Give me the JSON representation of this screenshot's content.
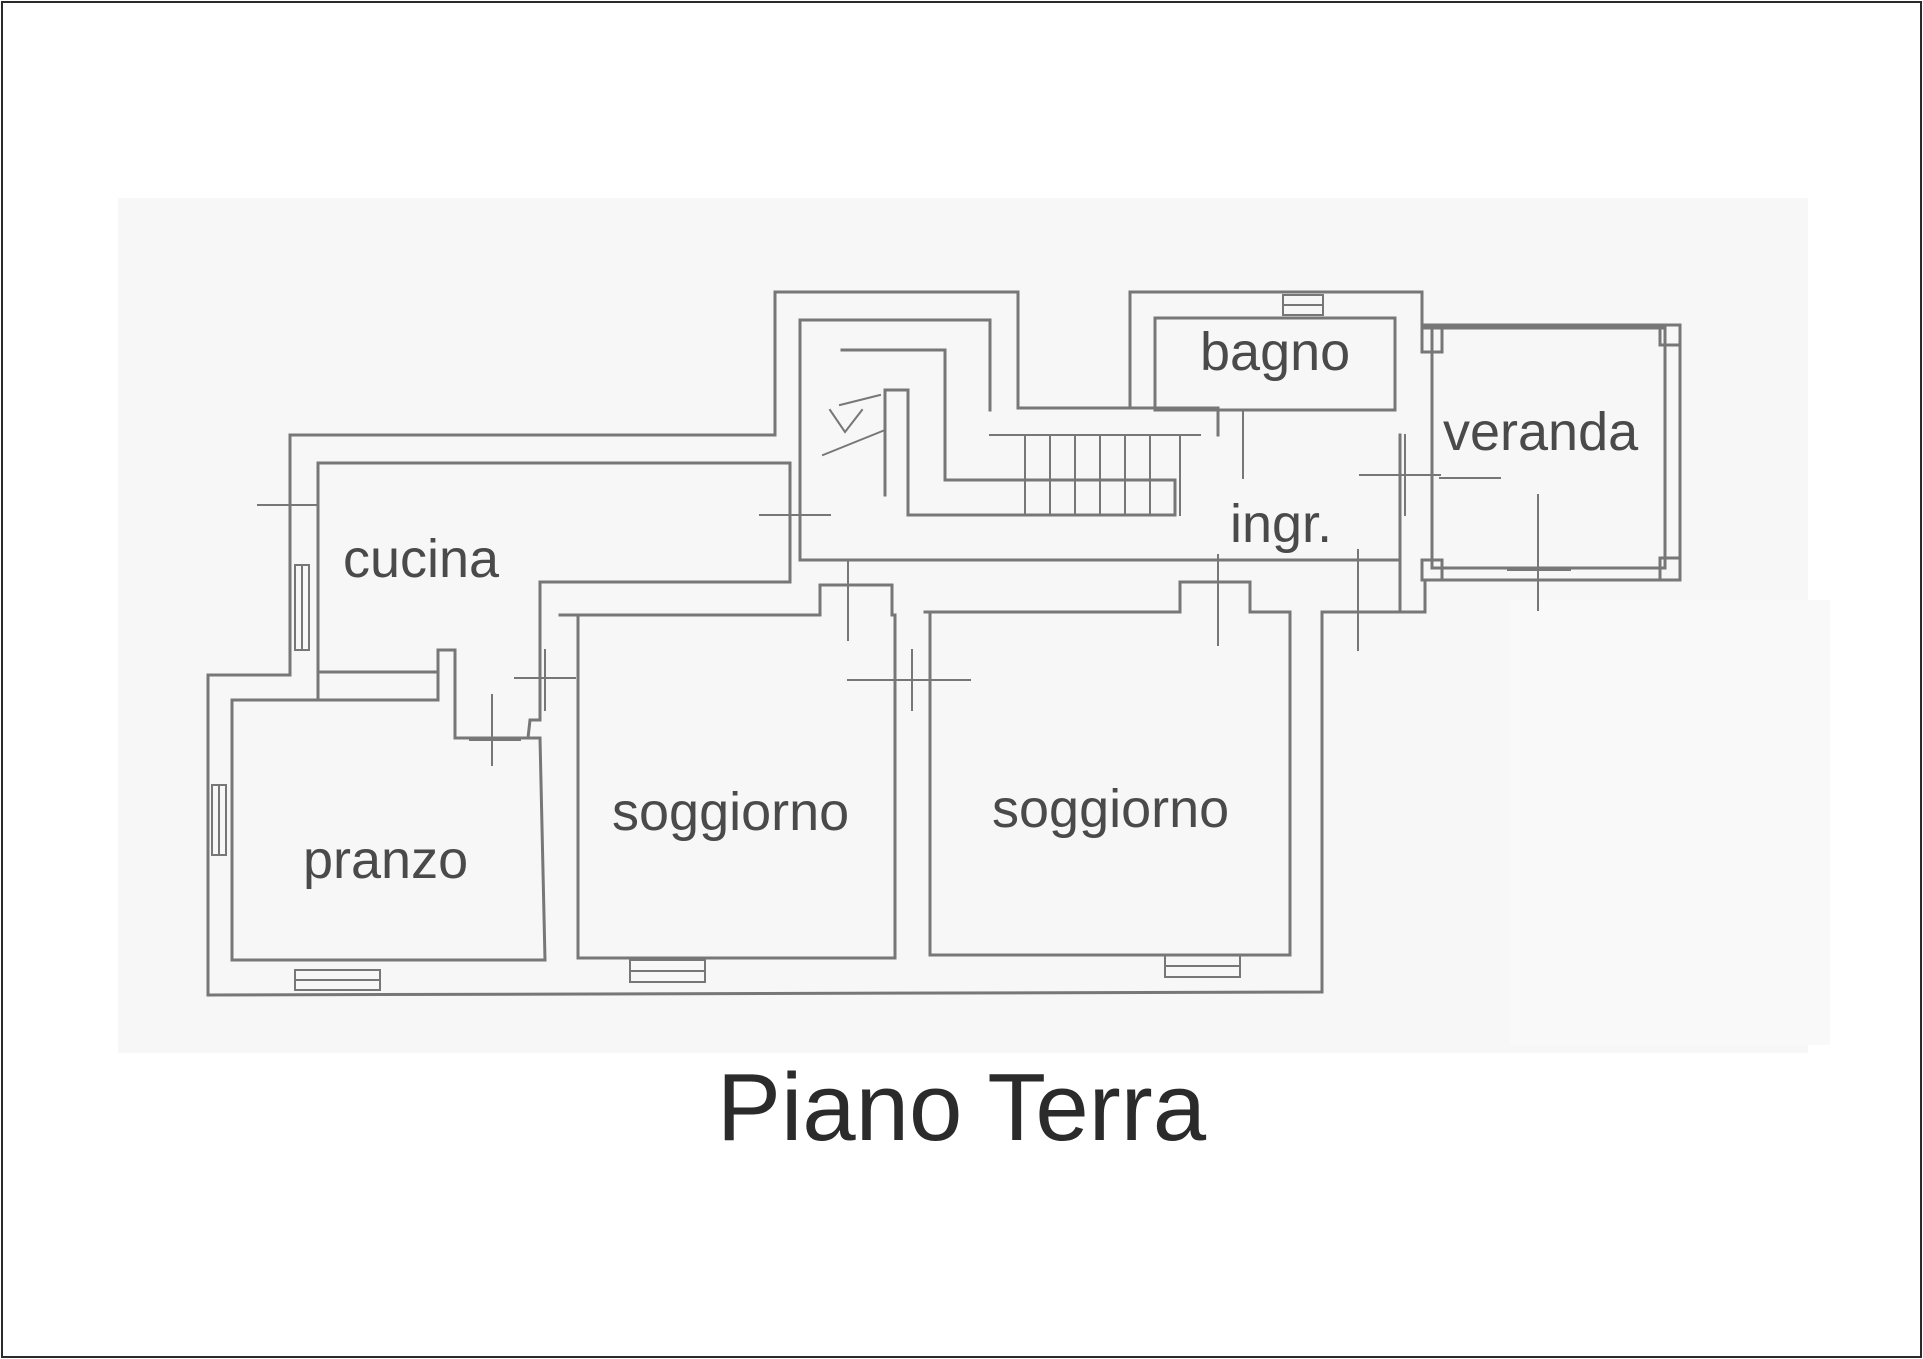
{
  "plan": {
    "rooms": {
      "bagno": "bagno",
      "veranda": "veranda",
      "cucina": "cucina",
      "ingresso": "ingr.",
      "pranzo": "pranzo",
      "soggiorno_1": "soggiorno",
      "soggiorno_2": "soggiorno"
    }
  },
  "caption": "Piano Terra",
  "colors": {
    "wall": "#6e6e6e",
    "text": "#4a4a4a",
    "caption": "#2b2b2b"
  }
}
